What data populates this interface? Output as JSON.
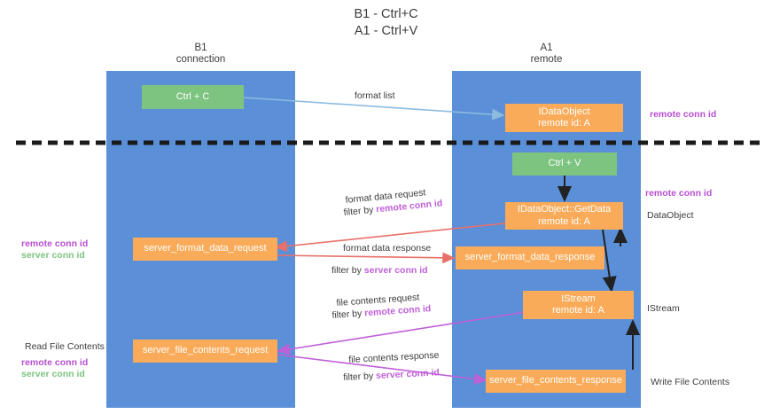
{
  "title": "B1 - Ctrl+C\nA1 - Ctrl+V",
  "lanes": [
    {
      "name": "lane-b1",
      "header": "B1\nconnection"
    },
    {
      "name": "lane-a1",
      "header": "A1\nremote"
    }
  ],
  "nodes": {
    "ctrl_c": "Ctrl + C",
    "ctrl_v": "Ctrl + V",
    "idataobject": "IDataObject\nremote id: A",
    "getdata": "IDataObject::GetData\nremote id: A",
    "istream": "IStream\nremote id: A",
    "server_format_data_request": "server_format_data_request",
    "server_format_data_response": "server_format_data_response",
    "server_file_contents_request": "server_file_contents_request",
    "server_file_contents_response": "server_file_contents_response"
  },
  "edges": {
    "format_list": "format list",
    "format_data_request": "format data request",
    "format_data_request_filter_prefix": "filter by ",
    "format_data_request_filter_key": "remote conn id",
    "format_data_response": "format data response",
    "format_data_response_filter_prefix": "filter by ",
    "format_data_response_filter_key": "server conn id",
    "file_contents_request": "file contents request",
    "file_contents_request_filter_prefix": "filter by ",
    "file_contents_request_filter_key": "remote conn id",
    "file_contents_response": "file contents response",
    "file_contents_response_filter_prefix": "filter by ",
    "file_contents_response_filter_key": "server conn id"
  },
  "right_labels": {
    "remote_conn_id_top": "remote conn id",
    "remote_conn_id_mid": "remote conn id",
    "dataobject": "DataObject",
    "istream": "IStream",
    "write_file_contents": "Write File Contents"
  },
  "left_labels": {
    "remote_conn_id": "remote conn id",
    "server_conn_id": "server conn id",
    "read_file_contents": "Read File Contents",
    "remote_conn_id_2": "remote conn id",
    "server_conn_id_2": "server conn id"
  },
  "colors": {
    "lane": "#5b8fd8",
    "green": "#7cc47f",
    "orange": "#f9ab59",
    "remote_key": "#b74fd0",
    "server_key": "#7cc47f",
    "arrow_blue": "#a8cbe8",
    "arrow_red": "#e8706a",
    "arrow_magenta": "#c060d8",
    "arrow_black": "#222222",
    "divider": "#1a1a1a"
  }
}
